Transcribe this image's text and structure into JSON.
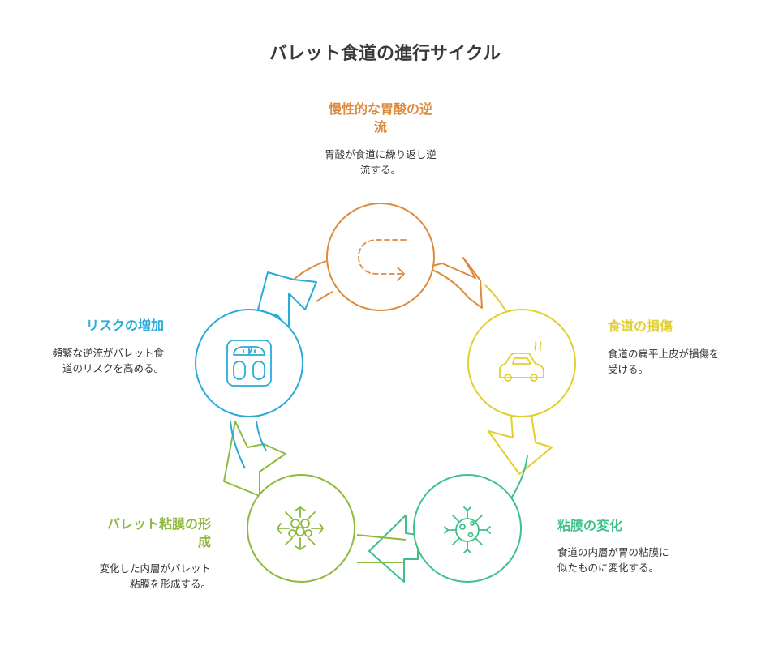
{
  "title": "バレット食道の進行サイクル",
  "colors": {
    "step1": "#dd8a3c",
    "step2": "#e0cf2c",
    "step3": "#3fc08a",
    "step4": "#8dba3c",
    "step5": "#29abd8"
  },
  "steps": [
    {
      "title_line1": "慢性的な胃酸の逆",
      "title_line2": "流",
      "desc_line1": "胃酸が食道に繰り返し逆",
      "desc_line2": "流する。",
      "icon": "u-turn-arrow-icon"
    },
    {
      "title_line1": "食道の損傷",
      "title_line2": "",
      "desc_line1": "食道の扁平上皮が損傷を",
      "desc_line2": "受ける。",
      "icon": "car-smoke-icon"
    },
    {
      "title_line1": "粘膜の変化",
      "title_line2": "",
      "desc_line1": "食道の内層が胃の粘膜に",
      "desc_line2": "似たものに変化する。",
      "icon": "microbe-icon"
    },
    {
      "title_line1": "バレット粘膜の形",
      "title_line2": "成",
      "desc_line1": "変化した内層がバレット",
      "desc_line2": "粘膜を形成する。",
      "icon": "snowflake-icon"
    },
    {
      "title_line1": "リスクの増加",
      "title_line2": "",
      "desc_line1": "頻繁な逆流がバレット食",
      "desc_line2": "道のリスクを高める。",
      "icon": "scale-icon"
    }
  ]
}
